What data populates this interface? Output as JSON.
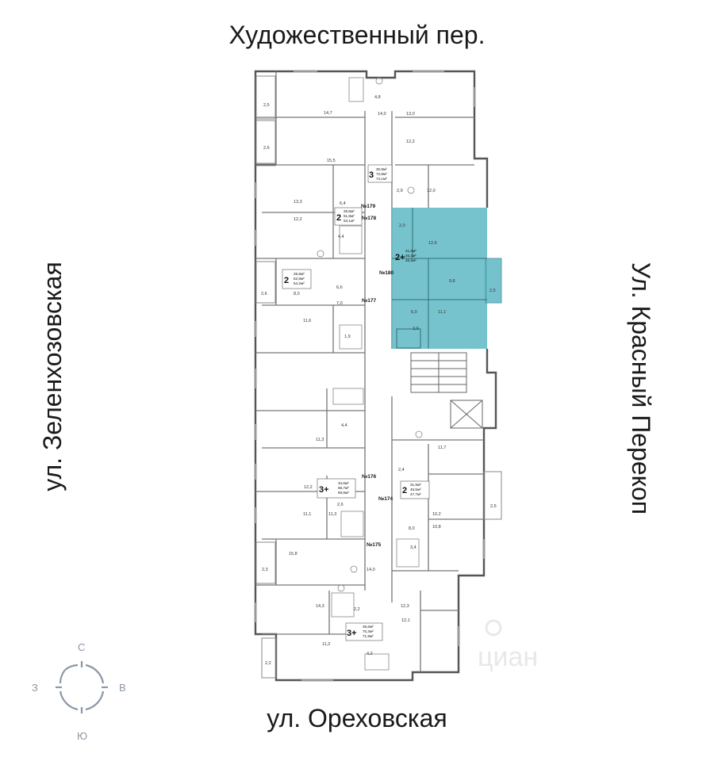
{
  "streets": {
    "top": "Художественный пер.",
    "bottom": "ул. Ореховская",
    "left": "ул. Зеленхозовская",
    "right": "Ул. Красный Перекоп"
  },
  "compass": {
    "n": "С",
    "s": "Ю",
    "w": "З",
    "e": "В"
  },
  "watermark": "циан",
  "highlight_color": "#5fb8c4",
  "apartments": {
    "a179": {
      "number": "№179",
      "rooms": "3",
      "areas": [
        "30,9м²",
        "72,8м²",
        "74,1м²"
      ]
    },
    "a178": {
      "number": "№178",
      "rooms": "2",
      "areas": [
        "28,8м²",
        "51,8м²",
        "53,1м²"
      ]
    },
    "a180": {
      "number": "№180",
      "rooms": "2+",
      "areas": [
        "21,0м²",
        "45,1м²",
        "46,9м²"
      ]
    },
    "a177": {
      "number": "№177",
      "rooms": "2",
      "areas": [
        "28,8м²",
        "52,9м²",
        "54,2м²"
      ]
    },
    "a176": {
      "number": "№176",
      "rooms": "3+",
      "areas": [
        "34,6м²",
        "68,7м²",
        "69,9м²"
      ]
    },
    "a174": {
      "number": "№174",
      "rooms": "2",
      "areas": [
        "31,9м²",
        "46,5м²",
        "47,7м²"
      ]
    },
    "a175": {
      "number": "№175",
      "rooms": "3+",
      "areas": [
        "35,6м²",
        "70,3м²",
        "71,9м²"
      ]
    }
  },
  "room_labels": {
    "r1": "2,5",
    "r2": "14,7",
    "r3": "4,8",
    "r4": "14,0",
    "r5": "13,0",
    "r6": "2,6",
    "r7": "15,5",
    "r8": "12,2",
    "r9": "2,9",
    "r10": "12,0",
    "r11": "13,3",
    "r12": "6,4",
    "r13": "12,2",
    "r14": "4,4",
    "r15": "2,0",
    "r16": "12,6",
    "r17": "2,6",
    "r18": "8,0",
    "r19": "6,6",
    "r20": "7,0",
    "r21": "9,8",
    "r22": "2,5",
    "r23": "11,6",
    "r24": "6,0",
    "r25": "11,1",
    "r26": "1,9",
    "r27": "3,9",
    "r28": "4,4",
    "r29": "11,3",
    "r30": "11,7",
    "r31": "2,4",
    "r32": "12,2",
    "r33": "2,6",
    "r34": "11,1",
    "r35": "11,3",
    "r36": "10,2",
    "r37": "10,8",
    "r38": "2,5",
    "r39": "8,0",
    "r40": "15,8",
    "r41": "3,4",
    "r42": "2,3",
    "r43": "14,0",
    "r44": "14,3",
    "r45": "2,2",
    "r46": "12,3",
    "r47": "12,1",
    "r48": "11,2",
    "r49": "4,2",
    "r50": "2,2"
  }
}
